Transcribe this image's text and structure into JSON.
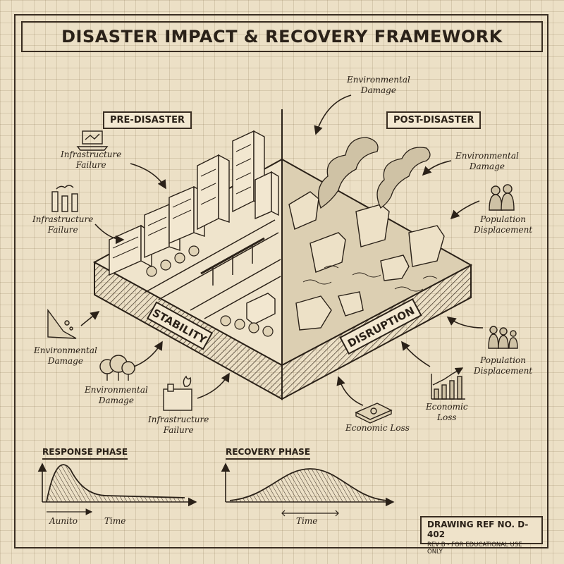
{
  "title": "DISASTER IMPACT & RECOVERY FRAMEWORK",
  "tags": {
    "pre": "PRE-DISASTER",
    "post": "POST-DISASTER"
  },
  "block_labels": {
    "stability": "STABILITY",
    "disruption": "DISRUPTION"
  },
  "left_labels": [
    {
      "line1": "Infrastructure",
      "line2": "Failure",
      "icon": "laptop-icon"
    },
    {
      "line1": "Infrastructure",
      "line2": "Failure",
      "icon": "factory-icon"
    },
    {
      "line1": "Environmental",
      "line2": "Damage",
      "icon": "landslide-icon"
    },
    {
      "line1": "Environmental",
      "line2": "Damage",
      "icon": "trees-icon"
    },
    {
      "line1": "Infrastructure",
      "line2": "Failure",
      "icon": "burning-factory-icon"
    }
  ],
  "right_labels": [
    {
      "line1": "Environmental",
      "line2": "Damage"
    },
    {
      "line1": "Environmental",
      "line2": "Damage"
    },
    {
      "line1": "Population",
      "line2": "Displacement",
      "icon": "people-icon"
    },
    {
      "line1": "Population",
      "line2": "Displacement",
      "icon": "family-icon"
    },
    {
      "line1": "Economic",
      "line2": "Loss",
      "icon": "rising-chart-icon"
    },
    {
      "line1": "Economic Loss",
      "line2": "",
      "icon": "cash-stack-icon"
    }
  ],
  "response_chart": {
    "title": "RESPONSE PHASE",
    "x_label": "Time",
    "start_label": "Aunito"
  },
  "recovery_chart": {
    "title": "RECOVERY PHASE",
    "x_label": "Time"
  },
  "reference": {
    "line1": "DRAWING REF NO. D-402",
    "line2": "REV B - FOR EDUCATIONAL USE ONLY"
  }
}
